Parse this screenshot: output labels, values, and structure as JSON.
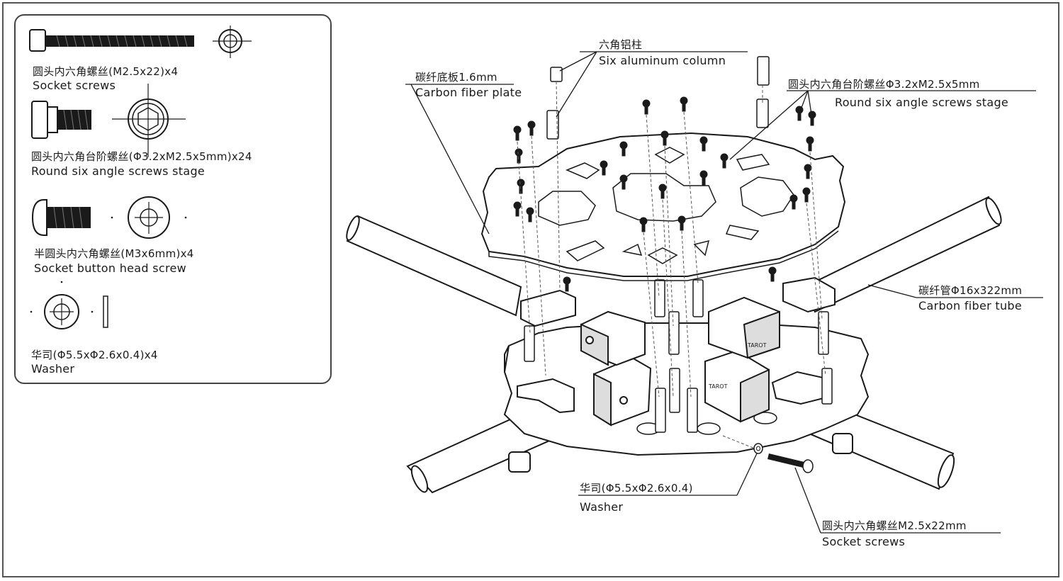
{
  "parts_list": {
    "items": [
      {
        "name_zh": "圆头内六角螺丝(M2.5x22)x4",
        "name_en": "Socket screws"
      },
      {
        "name_zh": "圆头内六角台阶螺丝(Φ3.2xM2.5x5mm)x24",
        "name_en": "Round six angle screws stage"
      },
      {
        "name_zh": "半圆头内六角螺丝(M3x6mm)x4",
        "name_en": "Socket button head screw"
      },
      {
        "name_zh": "华司(Φ5.5xΦ2.6x0.4)x4",
        "name_en": "Washer"
      }
    ]
  },
  "callouts": {
    "aluminum_column": {
      "zh": "六角铝柱",
      "en": "Six aluminum column"
    },
    "carbon_plate": {
      "zh": "碳纤底板1.6mm",
      "en": "Carbon fiber plate"
    },
    "step_screws": {
      "zh": "圆头内六角台阶螺丝Φ3.2xM2.5x5mm",
      "en": "Round six angle screws stage"
    },
    "carbon_tube": {
      "zh": "碳纤管Φ16x322mm",
      "en": "Carbon fiber tube"
    },
    "washer": {
      "zh": "华司(Φ5.5xΦ2.6x0.4)",
      "en": "Washer"
    },
    "socket_screws": {
      "zh": "圆头内六角螺丝M2.5x22mm",
      "en": "Socket screws"
    }
  },
  "colors": {
    "line": "#1a1a1a",
    "frame": "#555555",
    "fill_dark": "#222222"
  }
}
